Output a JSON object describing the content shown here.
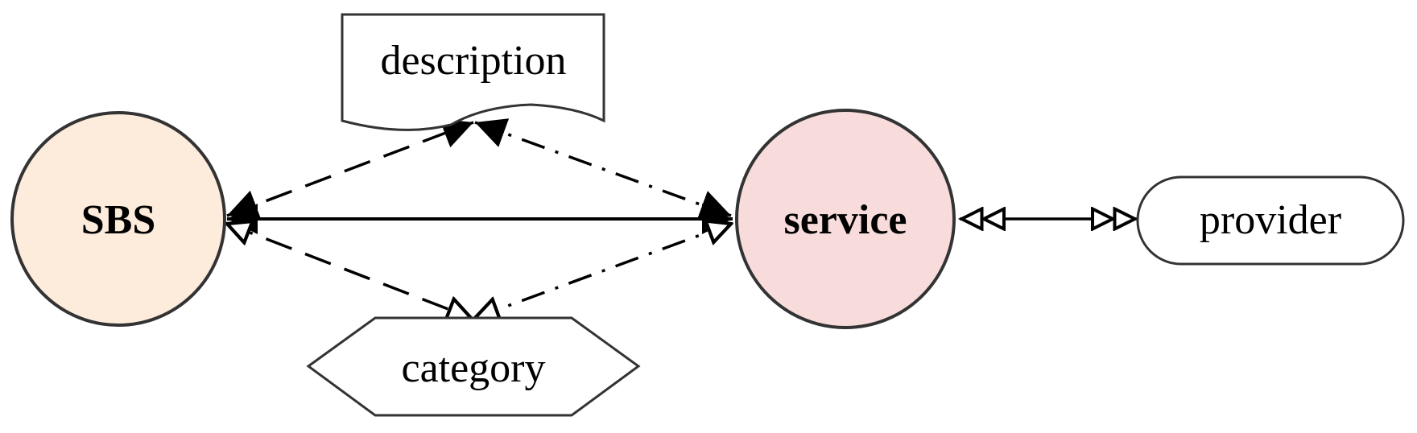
{
  "diagram": {
    "nodes": {
      "sbs": {
        "label": "SBS",
        "shape": "circle",
        "fill": "#fdebdc"
      },
      "service": {
        "label": "service",
        "shape": "circle",
        "fill": "#f8dcdc"
      },
      "description": {
        "label": "description",
        "shape": "document",
        "fill": "#ffffff"
      },
      "category": {
        "label": "category",
        "shape": "hexagon",
        "fill": "#ffffff"
      },
      "provider": {
        "label": "provider",
        "shape": "rounded-rectangle",
        "fill": "#ffffff"
      }
    },
    "edges": [
      {
        "from": "SBS",
        "to": "service",
        "style": "solid",
        "arrowheads": "filled-both"
      },
      {
        "from": "SBS",
        "to": "description",
        "style": "dashed",
        "arrowheads": "filled-both"
      },
      {
        "from": "description",
        "to": "service",
        "style": "dash-dot",
        "arrowheads": "filled-both"
      },
      {
        "from": "SBS",
        "to": "category",
        "style": "dashed",
        "arrowheads": "hollow-both"
      },
      {
        "from": "category",
        "to": "service",
        "style": "dash-dot",
        "arrowheads": "hollow-both"
      },
      {
        "from": "service",
        "to": "provider",
        "style": "solid",
        "arrowheads": "double-hollow-both"
      }
    ],
    "colors": {
      "stroke": "#333333",
      "edge": "#000000"
    }
  }
}
